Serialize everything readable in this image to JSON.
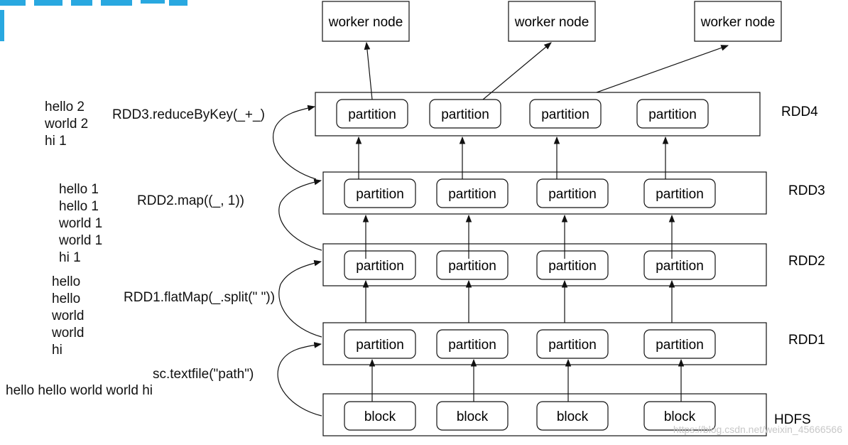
{
  "worker_nodes": [
    "worker node",
    "worker node",
    "worker node"
  ],
  "rows": [
    {
      "name": "RDD4",
      "items": [
        "partition",
        "partition",
        "partition",
        "partition"
      ]
    },
    {
      "name": "RDD3",
      "items": [
        "partition",
        "partition",
        "partition",
        "partition"
      ]
    },
    {
      "name": "RDD2",
      "items": [
        "partition",
        "partition",
        "partition",
        "partition"
      ]
    },
    {
      "name": "RDD1",
      "items": [
        "partition",
        "partition",
        "partition",
        "partition"
      ]
    },
    {
      "name": "HDFS",
      "items": [
        "block",
        "block",
        "block",
        "block"
      ]
    }
  ],
  "operations": {
    "reduce": "RDD3.reduceByKey(_+_)",
    "map": "RDD2.map((_, 1))",
    "flatmap": "RDD1.flatMap(_.split(\" \"))",
    "textfile": "sc.textfile(\"path\")"
  },
  "data_samples": {
    "reduced": [
      "hello  2",
      "world  2",
      "hi  1"
    ],
    "mapped": [
      "hello  1",
      "hello   1",
      "world  1",
      "world  1",
      "hi  1"
    ],
    "words": [
      "hello",
      "hello",
      "world",
      "world",
      "hi"
    ],
    "line": "hello hello world world  hi"
  },
  "watermark": "https://blog.csdn.net/weixin_45666566"
}
